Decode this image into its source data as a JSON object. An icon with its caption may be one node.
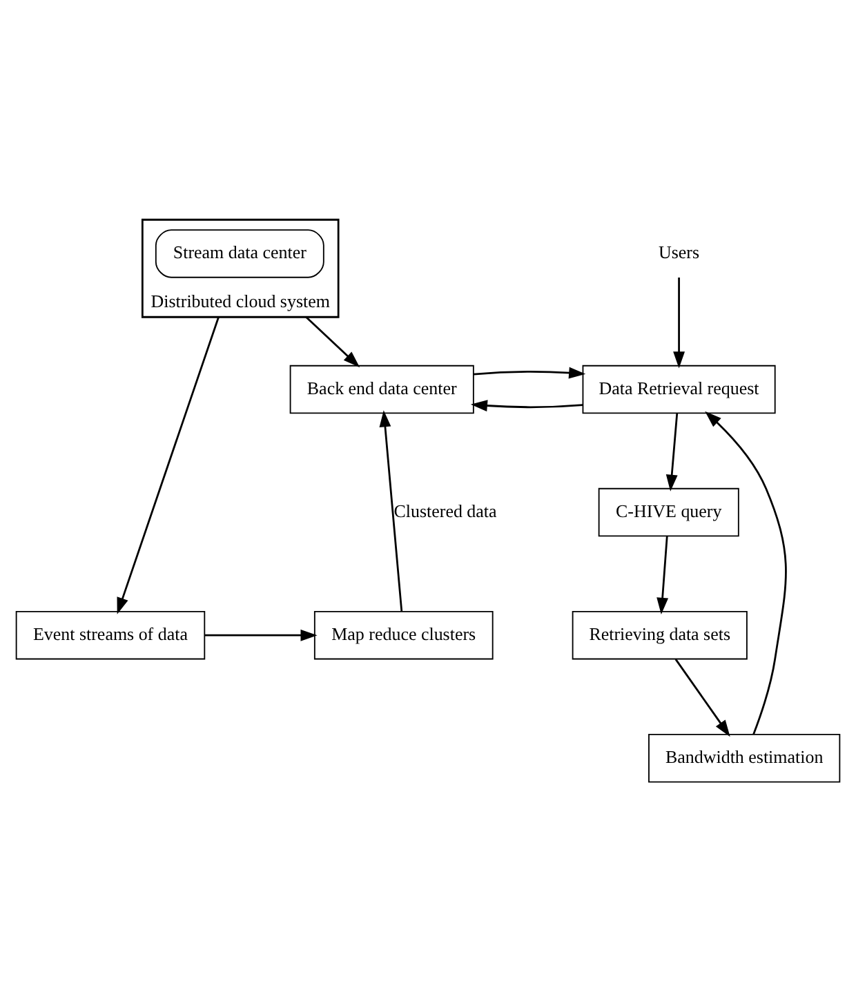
{
  "diagram": {
    "nodes": [
      {
        "text": [
          "Distributed cloud system"
        ]
      },
      {
        "text": [
          "Stream data center"
        ],
        "in": 0
      },
      {
        "text": [
          "Back end data center"
        ]
      },
      {
        "text": [
          "Users"
        ]
      },
      {
        "text": [
          "Data Retrieval request"
        ]
      },
      {
        "text": [
          "C-HIVE query"
        ]
      },
      {
        "text": [
          "Event streams of data"
        ]
      },
      {
        "text": [
          "Map reduce clusters"
        ]
      },
      {
        "text": [
          "Retrieving data sets"
        ]
      },
      {
        "text": [
          "Bandwidth estimation"
        ]
      }
    ],
    "edges": [
      {
        "from": 0,
        "to": 2,
        "arrow": "to"
      },
      {
        "from": 3,
        "to": 4,
        "arrow": "to"
      },
      {
        "from": 4,
        "to": 2,
        "arrow": "to"
      },
      {
        "from": 2,
        "to": 4,
        "arrow": "to"
      },
      {
        "from": 4,
        "to": 5,
        "arrow": "to"
      },
      {
        "from": 0,
        "to": 6,
        "arrow": "to"
      },
      {
        "from": 6,
        "to": 7,
        "arrow": "to"
      },
      {
        "from": 7,
        "to": 2,
        "arrow": "to",
        "label": "Clustered data"
      },
      {
        "from": 5,
        "to": 8,
        "arrow": "to"
      },
      {
        "from": 8,
        "to": 9,
        "arrow": "to"
      },
      {
        "from": 9,
        "to": 4,
        "arrow": "to"
      }
    ]
  }
}
